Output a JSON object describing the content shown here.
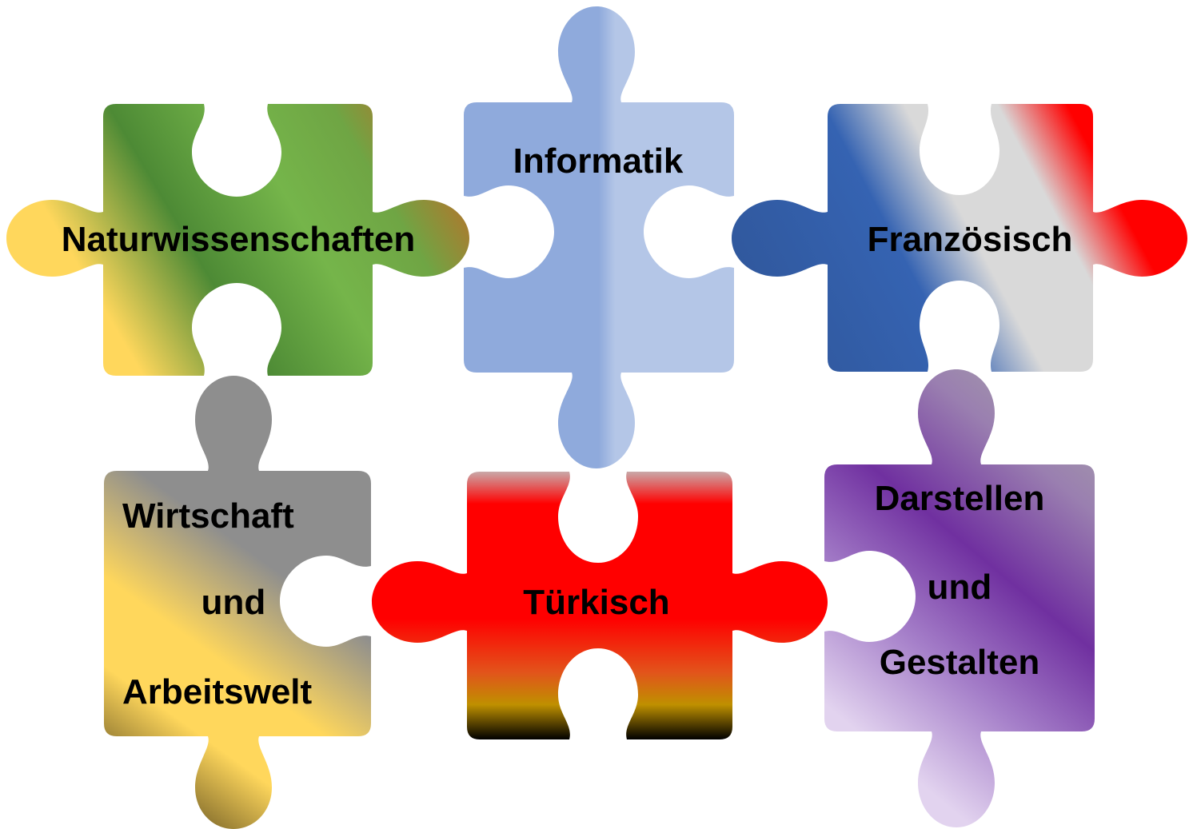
{
  "pieces": [
    {
      "id": "naturwissenschaften",
      "lines": [
        "Naturwissenschaften"
      ]
    },
    {
      "id": "informatik",
      "lines": [
        "Informatik"
      ]
    },
    {
      "id": "franzoesisch",
      "lines": [
        "Französisch"
      ]
    },
    {
      "id": "wirtschaft",
      "lines": [
        "Wirtschaft",
        "und",
        "Arbeitswelt"
      ]
    },
    {
      "id": "tuerkisch",
      "lines": [
        "Türkisch"
      ]
    },
    {
      "id": "darstellen",
      "lines": [
        "Darstellen",
        "und",
        "Gestalten"
      ]
    }
  ],
  "colors": {
    "green": "#75b54a",
    "dark_green": "#4d8a35",
    "yellow": "#ffd75c",
    "orange": "#e2541b",
    "light_blue": "#b4c6e7",
    "mid_blue": "#8faadc",
    "navy": "#2f5597",
    "blue": "#3563b2",
    "light_gray": "#d9d9d9",
    "red": "#ff0000",
    "gray": "#8e8e8e",
    "dark_brown": "#3a2e10",
    "black": "#000000",
    "gold": "#bf9000",
    "purple": "#7030a0",
    "lavender": "#e2d3ef"
  }
}
